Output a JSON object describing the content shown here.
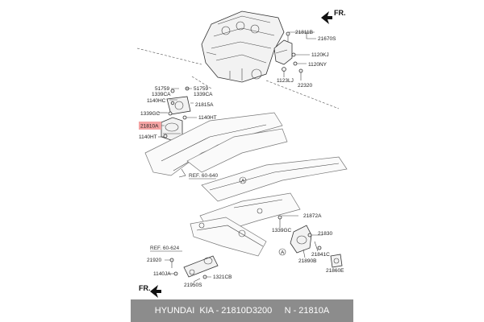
{
  "labels": {
    "fr_top": "FR.",
    "fr_bottom": "FR.",
    "p21811B": "21811B",
    "p21670S": "21670S",
    "p1120KJ": "1120KJ",
    "p1120NY": "1120NY",
    "p1123LJ": "1123LJ",
    "p22320": "22320",
    "p51759a": "51759",
    "p1339CAa": "1339CA",
    "p51759b": "51759",
    "p1339CAb": "1339CA",
    "p1140HC": "1140HC",
    "p21815A": "21815A",
    "p1339GCa": "1339GC",
    "p1140HTa": "1140HT",
    "p21810A": "21810A",
    "p1140HTb": "1140HT",
    "ref1": "REF. 60-640",
    "circleA1": "A",
    "p21872A": "21872A",
    "p1339GCb": "1339GC",
    "p21830": "21830",
    "ref2": "REF. 60-624",
    "circleA2": "A",
    "p21841C": "21841C",
    "p21890B": "21890B",
    "p21920": "21920",
    "p21860E": "21860E",
    "p1140JA": "1140JA",
    "p1321CB": "1321CB",
    "p21950S": "21950S"
  },
  "footer": {
    "text": "HYUNDAI  KIA - 21810D3200     N - 21810A"
  },
  "highlight_color": "#f4a3a3"
}
